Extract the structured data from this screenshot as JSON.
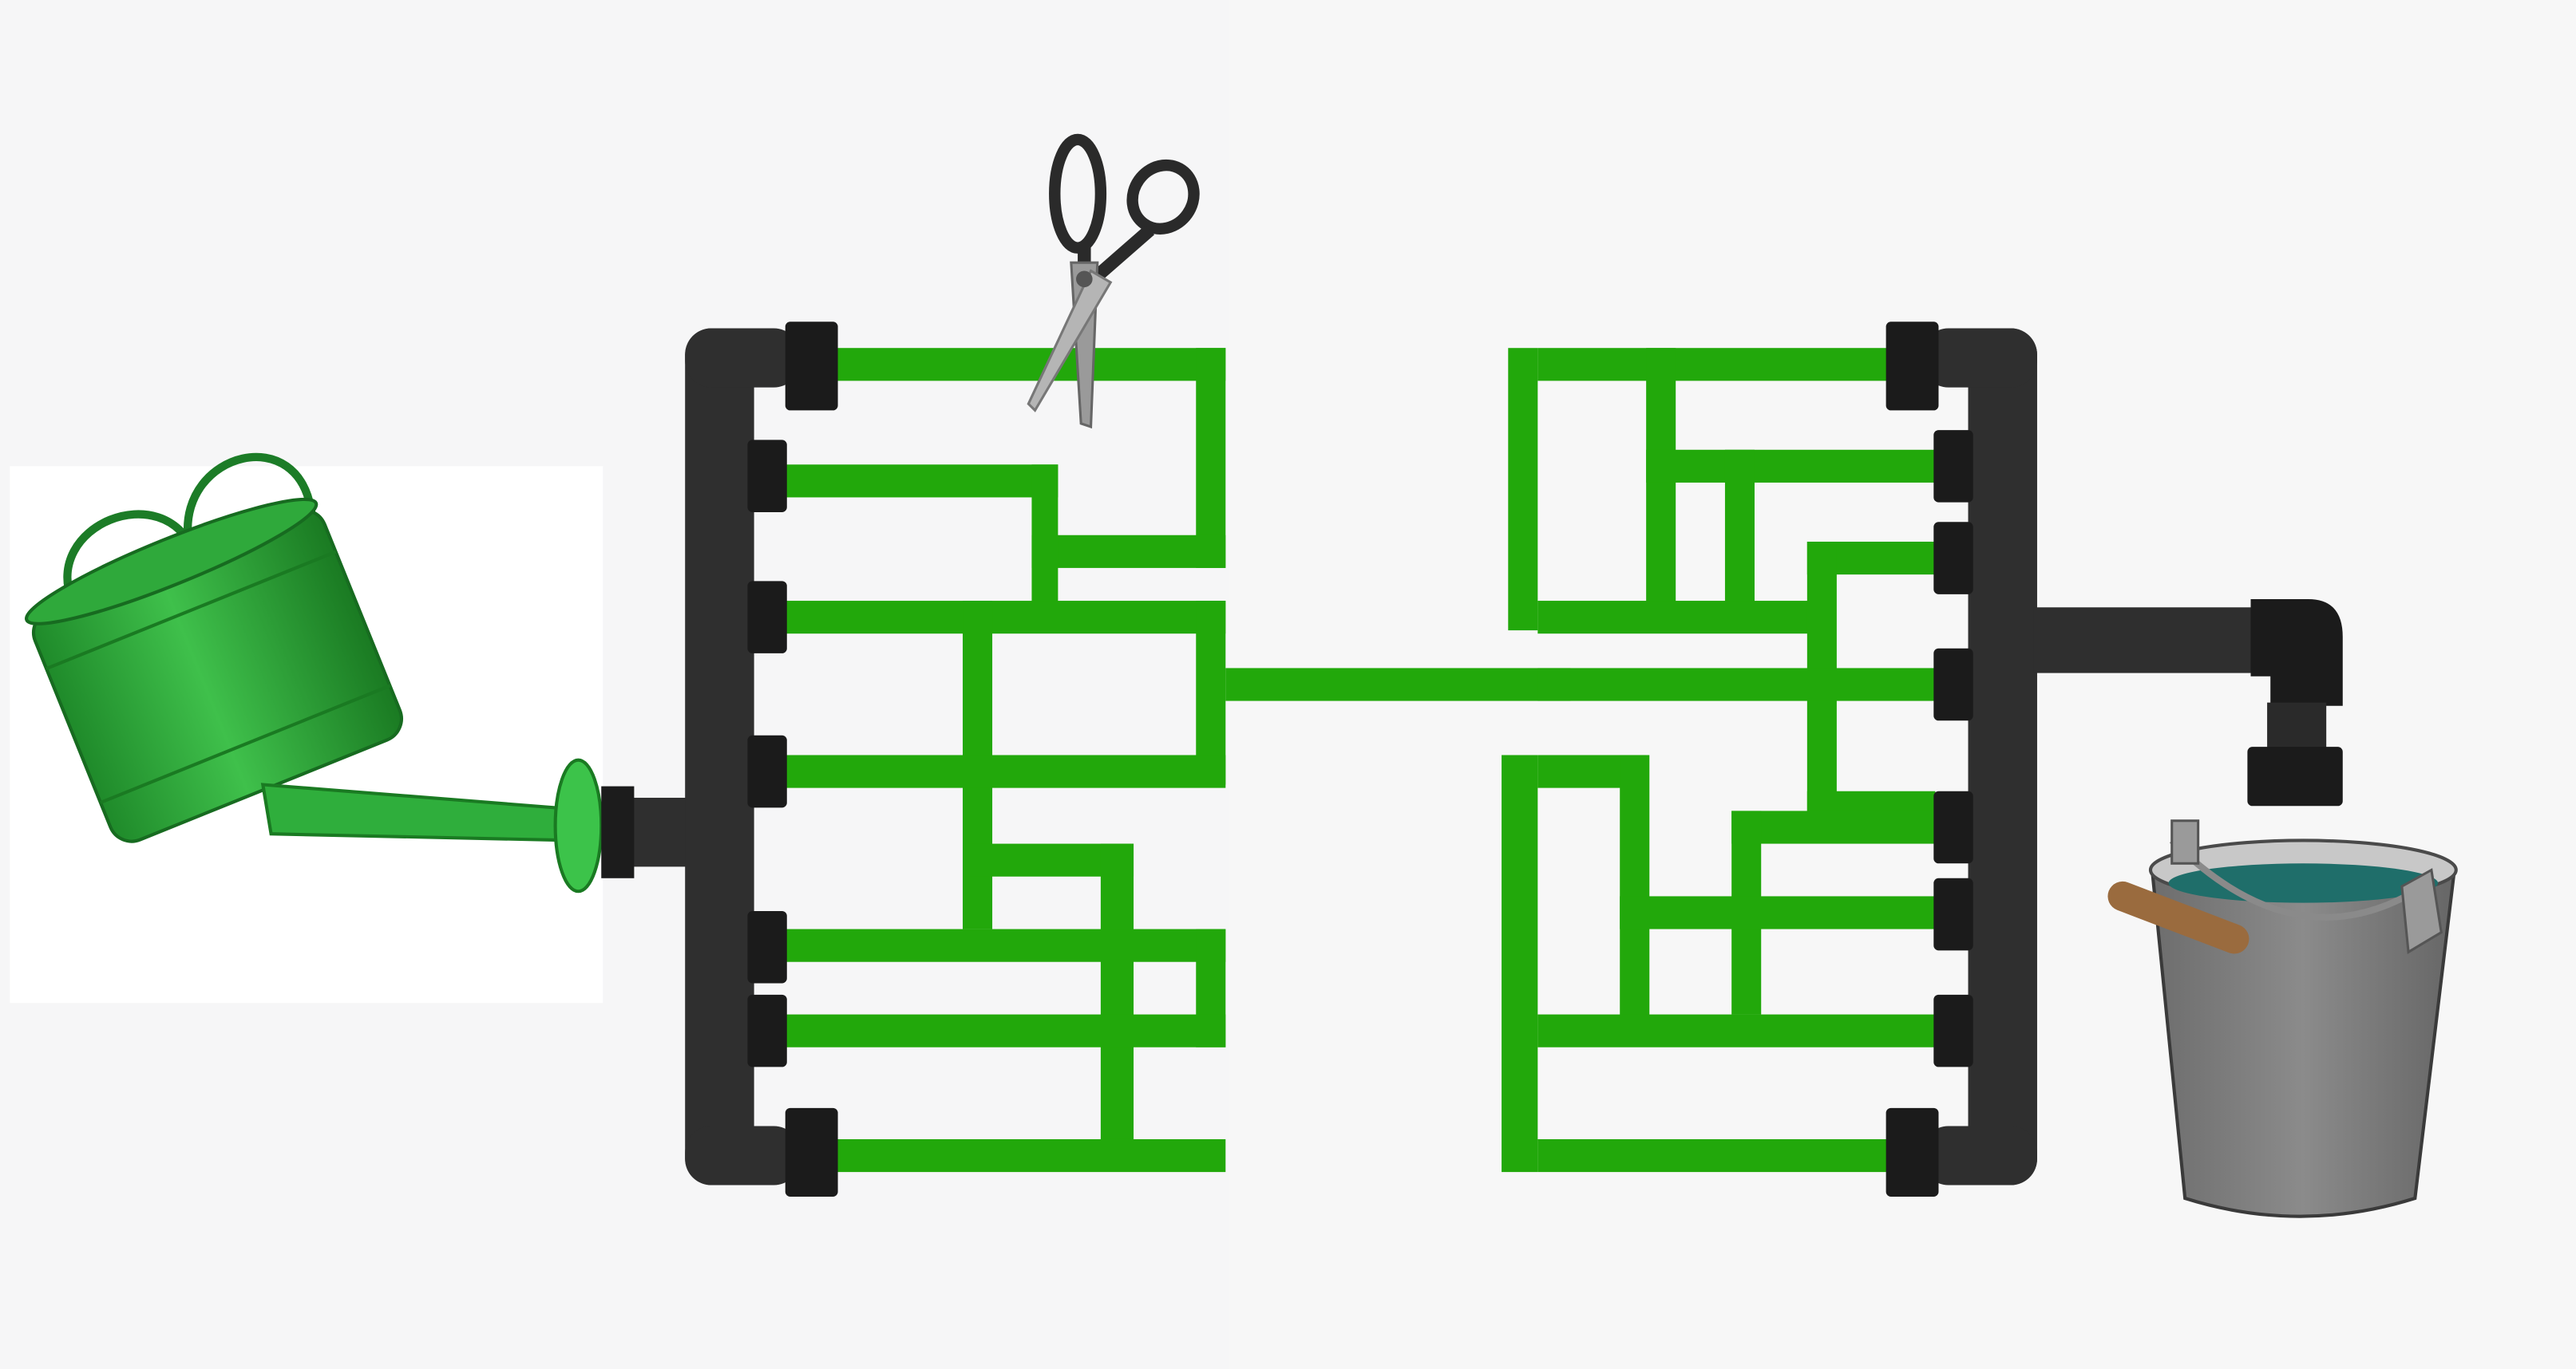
{
  "game": {
    "source_item": "watering-can",
    "target_item": "water-bucket",
    "cut_tool": "scissors",
    "pipe_color": "#22a80b",
    "manifold_color": "#2f2f2f",
    "background_color": "#f6f6f7"
  }
}
